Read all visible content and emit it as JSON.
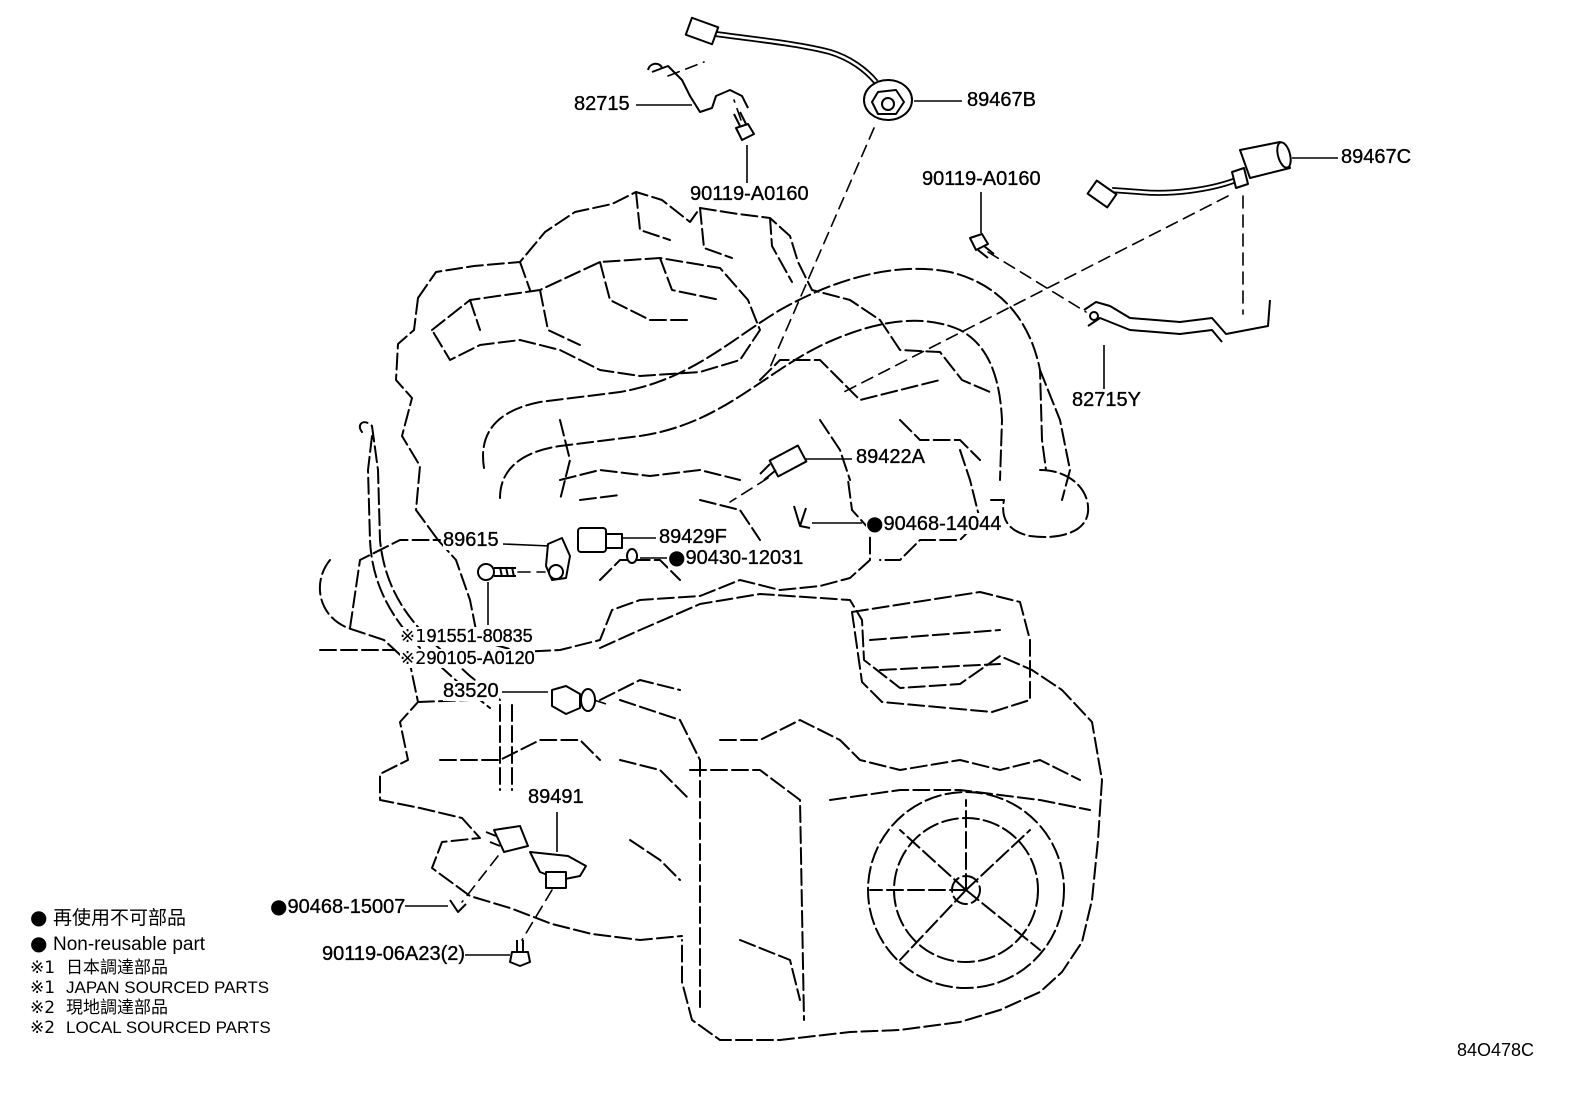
{
  "diagram": {
    "illustration_code": "84O478C"
  },
  "callouts": [
    {
      "part": "82715"
    },
    {
      "part": "89467B"
    },
    {
      "part": "90119-A0160"
    },
    {
      "part": "90119-A0160"
    },
    {
      "part": "89467C"
    },
    {
      "part": "82715Y"
    },
    {
      "part": "89422A"
    },
    {
      "marker": "●",
      "part": "90468-14044"
    },
    {
      "part": "89615"
    },
    {
      "part": "89429F"
    },
    {
      "marker": "●",
      "part": "90430-12031"
    },
    {
      "marker": "※1",
      "part": "91551-80835"
    },
    {
      "marker": "※2",
      "part": "90105-A0120"
    },
    {
      "part": "83520"
    },
    {
      "part": "89491"
    },
    {
      "marker": "●",
      "part": "90468-15007"
    },
    {
      "part": "90119-06A23(2)"
    }
  ],
  "legend": [
    {
      "marker": "●",
      "text": "再使用不可部品"
    },
    {
      "marker": "●",
      "text": "Non-reusable part"
    },
    {
      "marker": "※1",
      "text": "日本調達部品"
    },
    {
      "marker": "※1",
      "text": "JAPAN SOURCED PARTS"
    },
    {
      "marker": "※2",
      "text": "現地調達部品"
    },
    {
      "marker": "※2",
      "text": "LOCAL SOURCED PARTS"
    }
  ],
  "colors": {
    "ink": "#000000",
    "background": "#ffffff"
  }
}
